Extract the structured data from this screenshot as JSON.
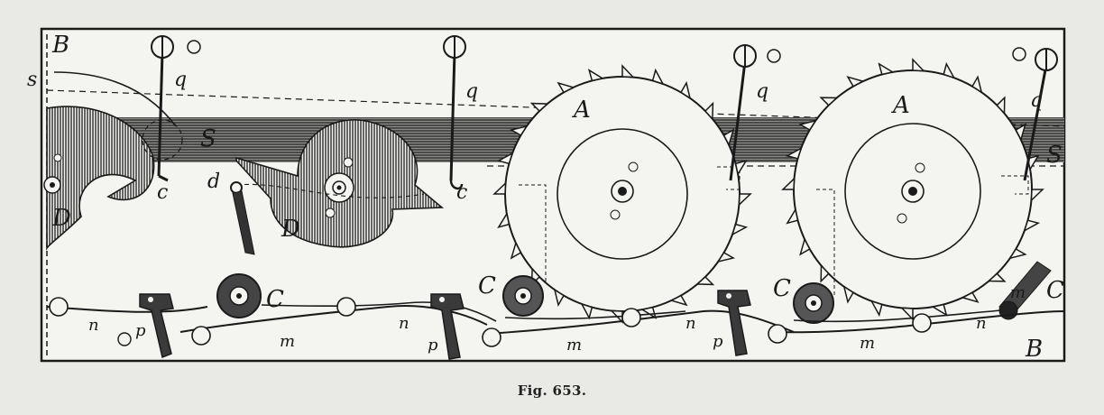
{
  "caption": "Fig. 653.",
  "labels": {
    "B_top": "B",
    "B_bottom": "B",
    "s_left": "s",
    "S_center": "S",
    "S_right": "S",
    "q1": "q",
    "q2": "q",
    "q3": "q",
    "q4": "q",
    "A1": "A",
    "A2": "A",
    "c1": "c",
    "c2": "c",
    "d": "d",
    "D1": "D",
    "D2": "D",
    "C1": "C",
    "C2": "C",
    "C3": "C",
    "C4": "C",
    "n1": "n",
    "n2": "n",
    "n3": "n",
    "n4": "n",
    "p1": "p",
    "p2": "p",
    "p3": "p",
    "m1": "m",
    "m2": "m",
    "m3": "m",
    "m4": "m"
  },
  "colors": {
    "ink": "#1a1a1a",
    "paper": "#f4f4f0",
    "page": "#e9e9e5"
  }
}
